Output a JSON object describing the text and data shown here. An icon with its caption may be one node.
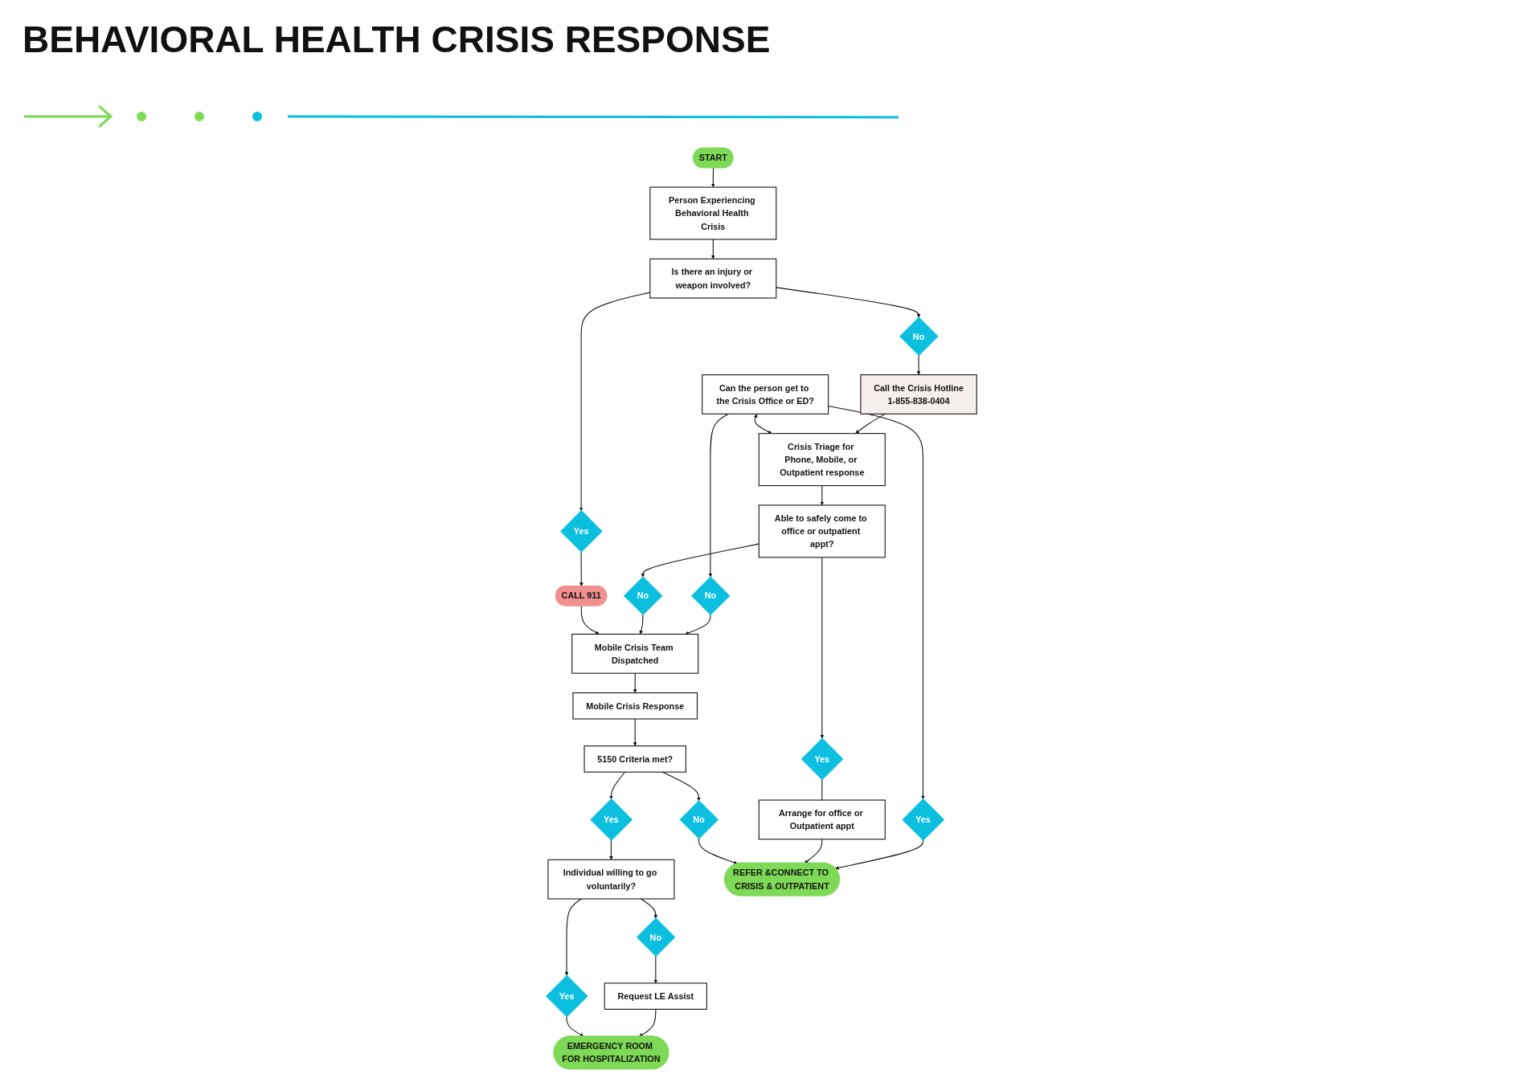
{
  "diagram": {
    "title": "BEHAVIORAL HEALTH CRISIS RESPONSE",
    "nodes": [
      {
        "text": [
          "START"
        ]
      },
      {
        "text": [
          "Person Experiencing Behavioral Health Crisis"
        ]
      },
      {
        "text": [
          "Is there an injury or weapon involved?"
        ]
      },
      {
        "text": [
          "Yes"
        ]
      },
      {
        "text": [
          "No"
        ]
      },
      {
        "text": [
          "CALL 911"
        ]
      },
      {
        "text": [
          "Call the Crisis Hotline",
          "1-855-838-0404"
        ]
      },
      {
        "text": [
          "Can the person get to the Crisis Office or ED?"
        ]
      },
      {
        "text": [
          "Crisis Triage for Phone, Mobile, or Outpatient response"
        ]
      },
      {
        "text": [
          "Yes"
        ]
      },
      {
        "text": [
          "No"
        ]
      },
      {
        "text": [
          "Able to safely come to office or outpatient appt?"
        ]
      },
      {
        "text": [
          "Yes"
        ]
      },
      {
        "text": [
          "No"
        ]
      },
      {
        "text": [
          "Arrange for office or Outpatient appt"
        ]
      },
      {
        "text": [
          "Mobile Crisis Team Dispatched"
        ]
      },
      {
        "text": [
          "Mobile Crisis Response"
        ]
      },
      {
        "text": [
          "5150 Criteria met?"
        ]
      },
      {
        "text": [
          "No"
        ]
      },
      {
        "text": [
          "Yes"
        ]
      },
      {
        "text": [
          "Individual willing to go voluntarily?"
        ]
      },
      {
        "text": [
          "No"
        ]
      },
      {
        "text": [
          "Yes"
        ]
      },
      {
        "text": [
          "Request LE Assist"
        ]
      },
      {
        "text": [
          "REFER &CONNECT TO CRISIS & OUTPATIENT"
        ]
      },
      {
        "text": [
          "EMERGENCY ROOM FOR HOSPITALIZATION"
        ]
      }
    ],
    "edges": [
      {
        "from": 0,
        "to": 1,
        "arrow": "to"
      },
      {
        "from": 1,
        "to": 2,
        "arrow": "to"
      },
      {
        "from": 2,
        "to": 3,
        "arrow": "to"
      },
      {
        "from": 2,
        "to": 4,
        "arrow": "to"
      },
      {
        "from": 3,
        "to": 5,
        "arrow": "to"
      },
      {
        "from": 4,
        "to": 6,
        "arrow": "to"
      },
      {
        "from": 6,
        "to": 8,
        "arrow": "to"
      },
      {
        "from": 7,
        "to": 8,
        "arrow": "both"
      },
      {
        "from": 7,
        "to": 9,
        "arrow": "to"
      },
      {
        "from": 7,
        "to": 10,
        "arrow": "to"
      },
      {
        "from": 8,
        "to": 11,
        "arrow": "to"
      },
      {
        "from": 11,
        "to": 12,
        "arrow": "to"
      },
      {
        "from": 11,
        "to": 13,
        "arrow": "to"
      },
      {
        "from": 12,
        "to": 14,
        "arrow": "none"
      },
      {
        "from": 10,
        "to": 15,
        "arrow": "to"
      },
      {
        "from": 13,
        "to": 15,
        "arrow": "to"
      },
      {
        "from": 5,
        "to": 15,
        "arrow": "to"
      },
      {
        "from": 9,
        "to": 24,
        "arrow": "to"
      },
      {
        "from": 14,
        "to": 24,
        "arrow": "to"
      },
      {
        "from": 15,
        "to": 16,
        "arrow": "to"
      },
      {
        "from": 16,
        "to": 17,
        "arrow": "to"
      },
      {
        "from": 17,
        "to": 18,
        "arrow": "to"
      },
      {
        "from": 17,
        "to": 19,
        "arrow": "to"
      },
      {
        "from": 18,
        "to": 24,
        "arrow": "to"
      },
      {
        "from": 19,
        "to": 20,
        "arrow": "to"
      },
      {
        "from": 20,
        "to": 21,
        "arrow": "to"
      },
      {
        "from": 20,
        "to": 22,
        "arrow": "to"
      },
      {
        "from": 21,
        "to": 23,
        "arrow": "to"
      },
      {
        "from": 23,
        "to": 25,
        "arrow": "to"
      },
      {
        "from": 22,
        "to": 25,
        "arrow": "to"
      }
    ]
  }
}
